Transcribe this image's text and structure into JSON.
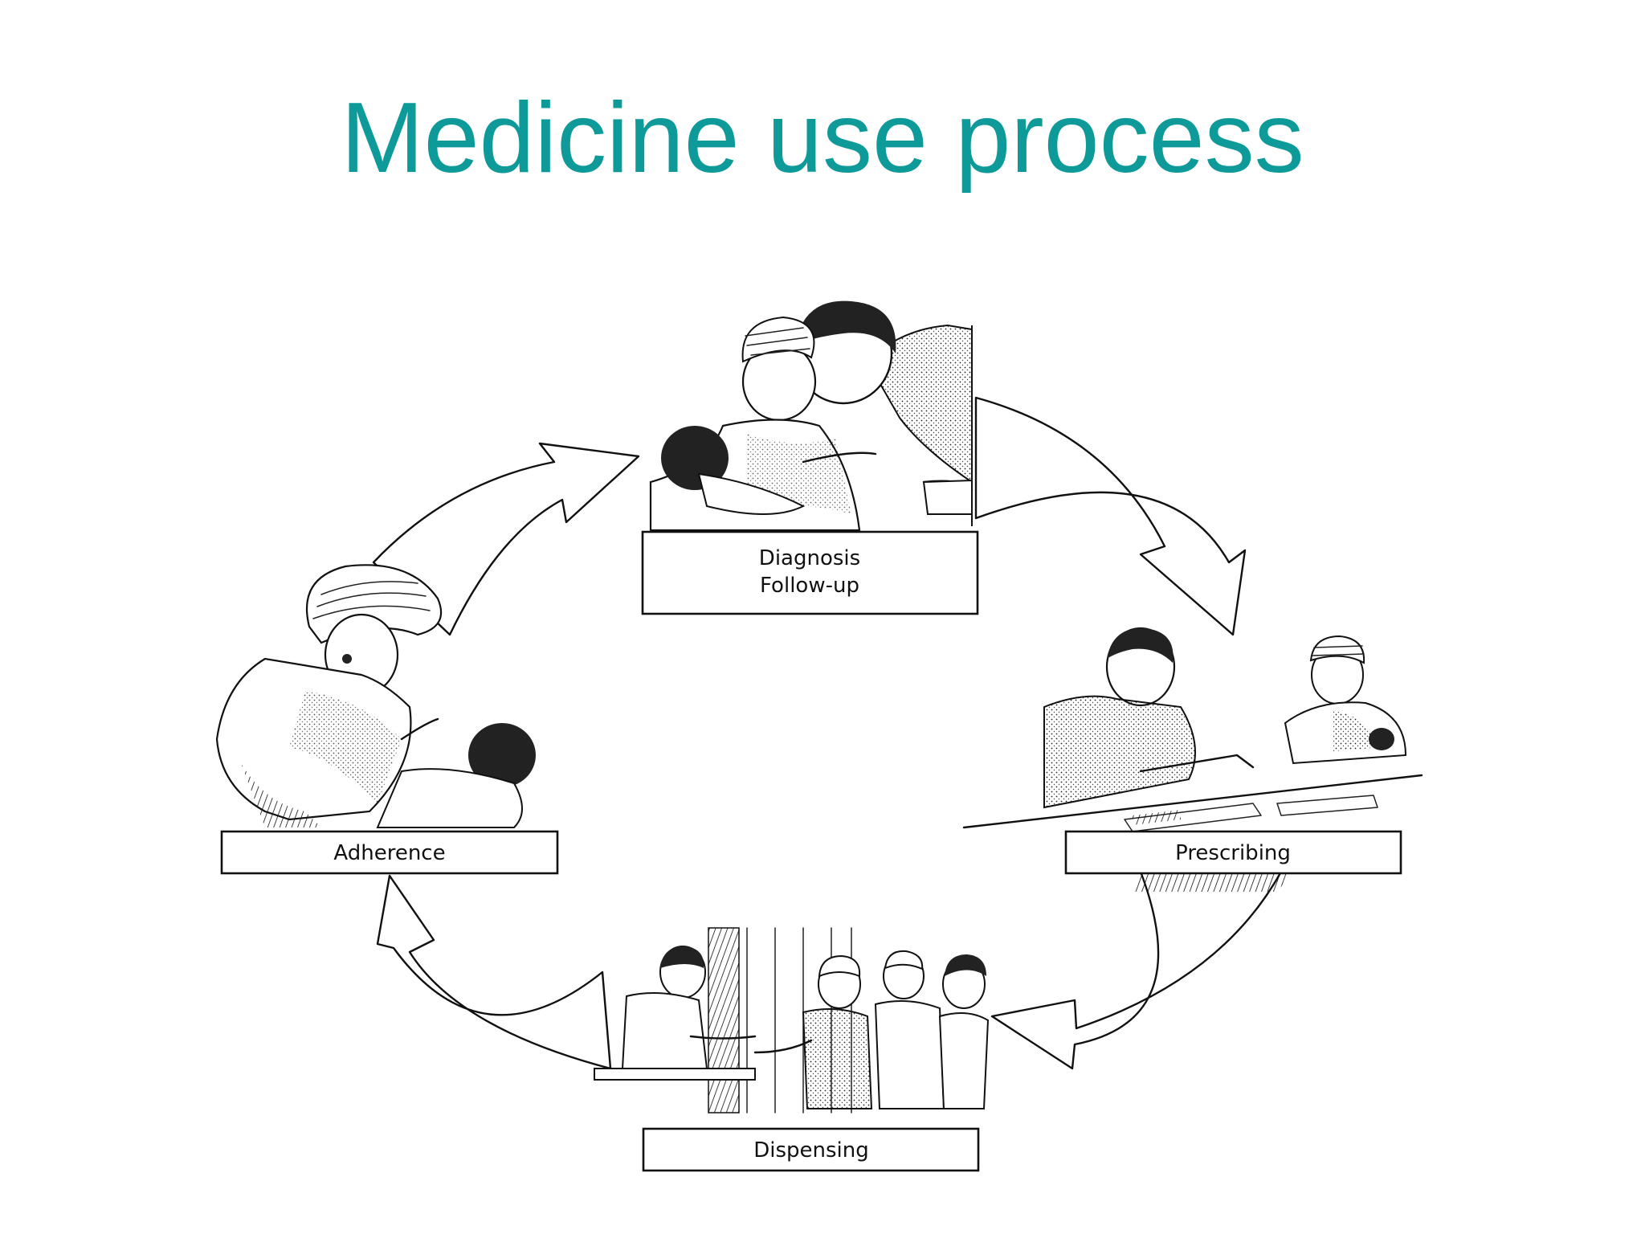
{
  "title": "Medicine use process",
  "accent_color": "#0f9a9a",
  "cycle": {
    "stages": [
      {
        "id": "diagnosis",
        "line1": "Diagnosis",
        "line2": "Follow-up",
        "illustration": "health-worker-examining-mother-and-child"
      },
      {
        "id": "prescribing",
        "line1": "Prescribing",
        "illustration": "health-worker-writing-prescription"
      },
      {
        "id": "dispensing",
        "line1": "Dispensing",
        "illustration": "dispenser-handing-medicine-at-counter"
      },
      {
        "id": "adherence",
        "line1": "Adherence",
        "illustration": "mother-giving-medicine-to-child"
      }
    ]
  }
}
